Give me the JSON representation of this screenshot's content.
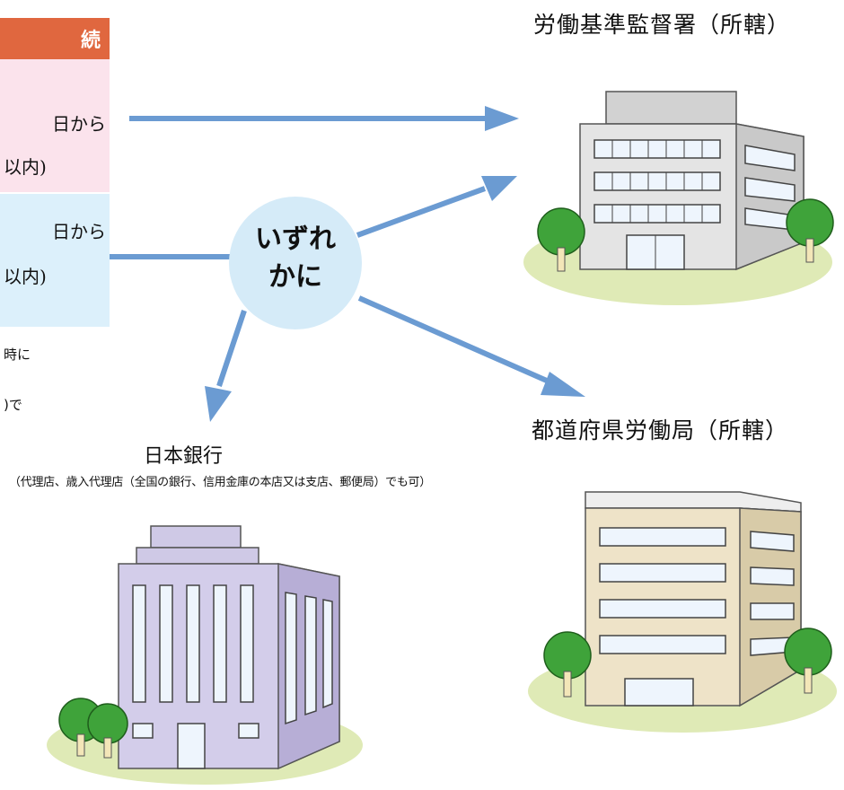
{
  "left_panel": {
    "header_label": "続",
    "pink_line1": "日から",
    "pink_line2": "以内)",
    "blue_line1": "日から",
    "blue_line2": "以内)",
    "note_line1": "時に",
    "note_line2": ")で"
  },
  "bubble": {
    "line1": "いずれ",
    "line2": "かに"
  },
  "destinations": {
    "labor_standards": "労働基準監督署（所轄）",
    "prefectural_bureau": "都道府県労働局（所轄）",
    "boj_title": "日本銀行",
    "boj_note": "（代理店、歳入代理店（全国の銀行、信用金庫の本店又は支店、郵便局）でも可）"
  },
  "colors": {
    "arrow": "#6b9bd2",
    "header": "#e0673f",
    "pink": "#fbe3ec",
    "blue": "#dcf0fb",
    "bubble": "#d5ebf8"
  }
}
